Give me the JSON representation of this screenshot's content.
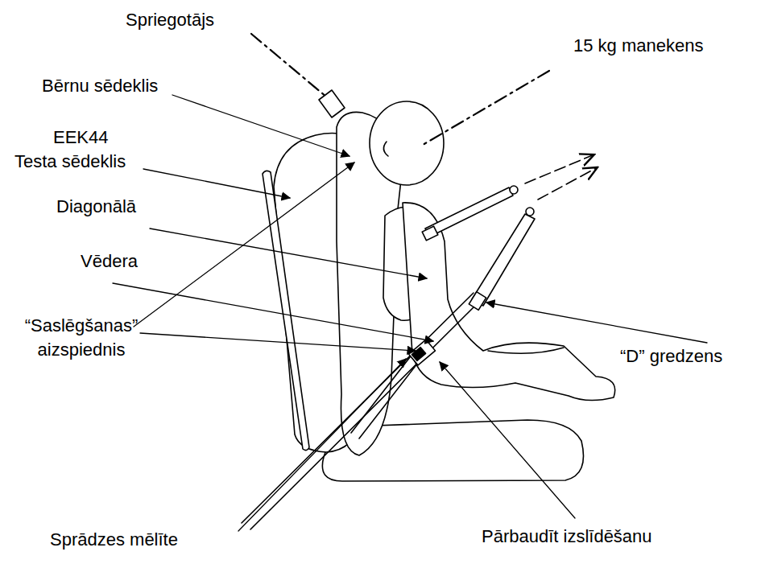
{
  "diagram": {
    "labels": [
      "Spriegotājs",
      "15 kg manekens",
      "Bērnu sēdeklis",
      "EEK44",
      "Testa sēdeklis",
      "Diagonālā",
      "Vēdera",
      "“Saslēgšanas” aizspiednis",
      "“D” gredzens",
      "Sprādzes mēlīte",
      "Pārbaudīt izslīdēšanu"
    ]
  }
}
